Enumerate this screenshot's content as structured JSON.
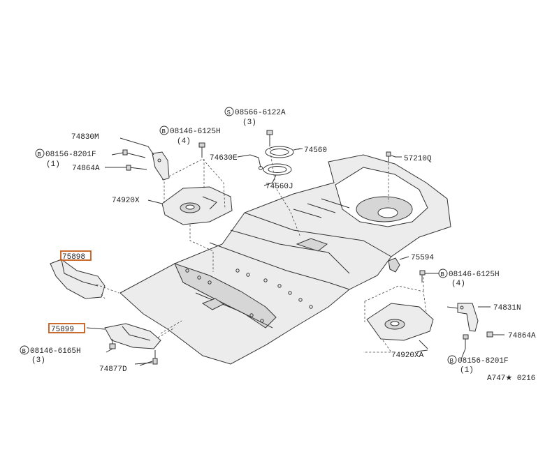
{
  "labels": {
    "l_08566": "08566-6122A",
    "l_08566_qty": "(3)",
    "l_74830M": "74830M",
    "l_08146_a": "08146-6125H",
    "l_08146_a_qty": "(4)",
    "l_08156_a": "08156-8201F",
    "l_08156_a_qty": "(1)",
    "l_74864A_a": "74864A",
    "l_74630E": "74630E",
    "l_74560": "74560",
    "l_74560J": "74560J",
    "l_57210Q": "57210Q",
    "l_74920X": "74920X",
    "l_75898": "75898",
    "l_75594": "75594",
    "l_08146_b": "08146-6125H",
    "l_08146_b_qty": "(4)",
    "l_74831N": "74831N",
    "l_75899": "75899",
    "l_74864A_b": "74864A",
    "l_08146_c": "08146-6165H",
    "l_08146_c_qty": "(3)",
    "l_74920XA": "74920XA",
    "l_08156_b": "08156-8201F",
    "l_08156_b_qty": "(1)",
    "l_74877D": "74877D",
    "drawing_code": "A747★ 0216"
  },
  "markers": {
    "bolt": "B",
    "screw": "S"
  },
  "highlight_color": "#c75b1a"
}
